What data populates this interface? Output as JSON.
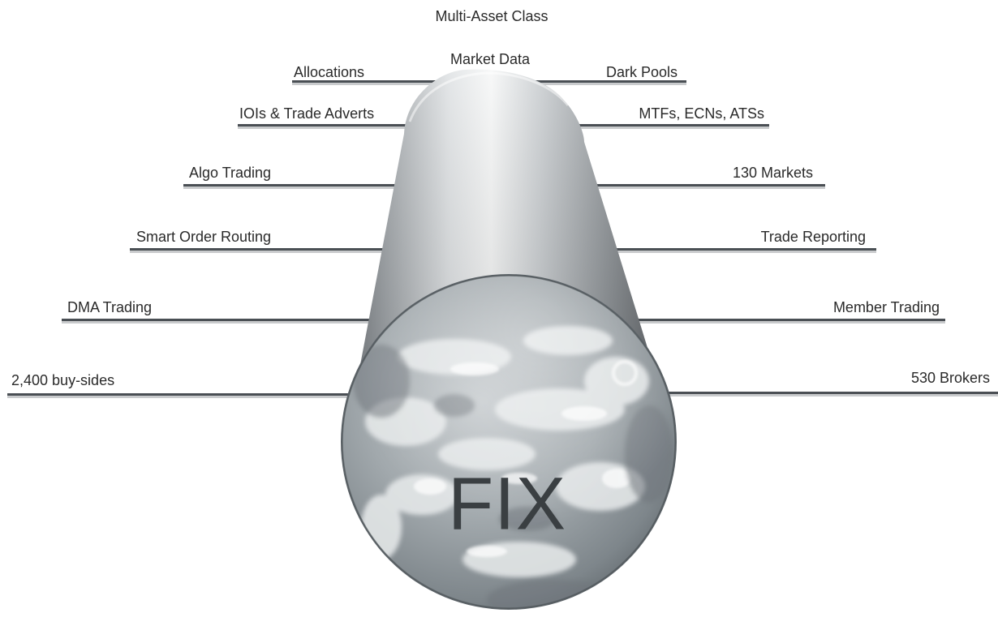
{
  "diagram": {
    "center_label": "FIX",
    "top_labels": [
      "Multi-Asset Class",
      "Market Data"
    ],
    "left_labels": [
      "Allocations",
      "IOIs & Trade Adverts",
      "Algo Trading",
      "Smart Order Routing",
      "DMA Trading",
      "2,400 buy-sides"
    ],
    "right_labels": [
      "Dark Pools",
      "MTFs, ECNs, ATSs",
      "130 Markets",
      "Trade Reporting",
      "Member Trading",
      "530 Brokers"
    ]
  },
  "colors": {
    "line": "#4a4f54",
    "line_shadow": "#c8cacc",
    "text": "#2a2a2a",
    "globe_base": "#9aa1a5",
    "cylinder_dark": "#5f6468",
    "cylinder_light": "#eef0f1"
  }
}
